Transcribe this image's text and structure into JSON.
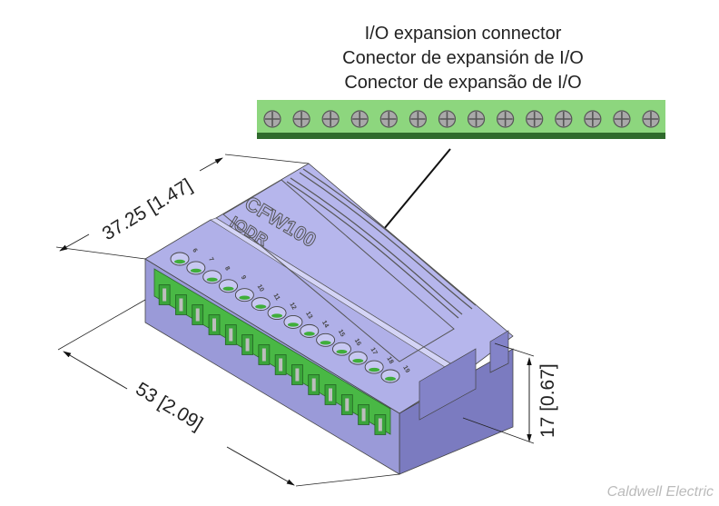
{
  "caption": {
    "lines": [
      "I/O expansion connector",
      "Conector de expansión de I/O",
      "Conector de expansão de I/O"
    ]
  },
  "connector_strip": {
    "screw_count": 14,
    "colors": {
      "strip": "#8dd67e",
      "strip_base": "#2f6a2c",
      "screw": "#a9a9a9"
    }
  },
  "module": {
    "brand_text": "CFW100",
    "model_text": "IODR",
    "terminal_numbers": [
      "6",
      "7",
      "8",
      "9",
      "10",
      "11",
      "12",
      "13",
      "14",
      "15",
      "16",
      "17",
      "18",
      "19"
    ],
    "colors": {
      "body_top": "#b4b4ea",
      "body_front": "#9696d6",
      "body_side": "#7d7dc2",
      "terminal_green": "#4fc64a"
    }
  },
  "dimensions": {
    "depth": "37.25 [1.47]",
    "width": "53 [2.09]",
    "height": "17 [0.67]"
  },
  "watermark": "Caldwell Electric"
}
